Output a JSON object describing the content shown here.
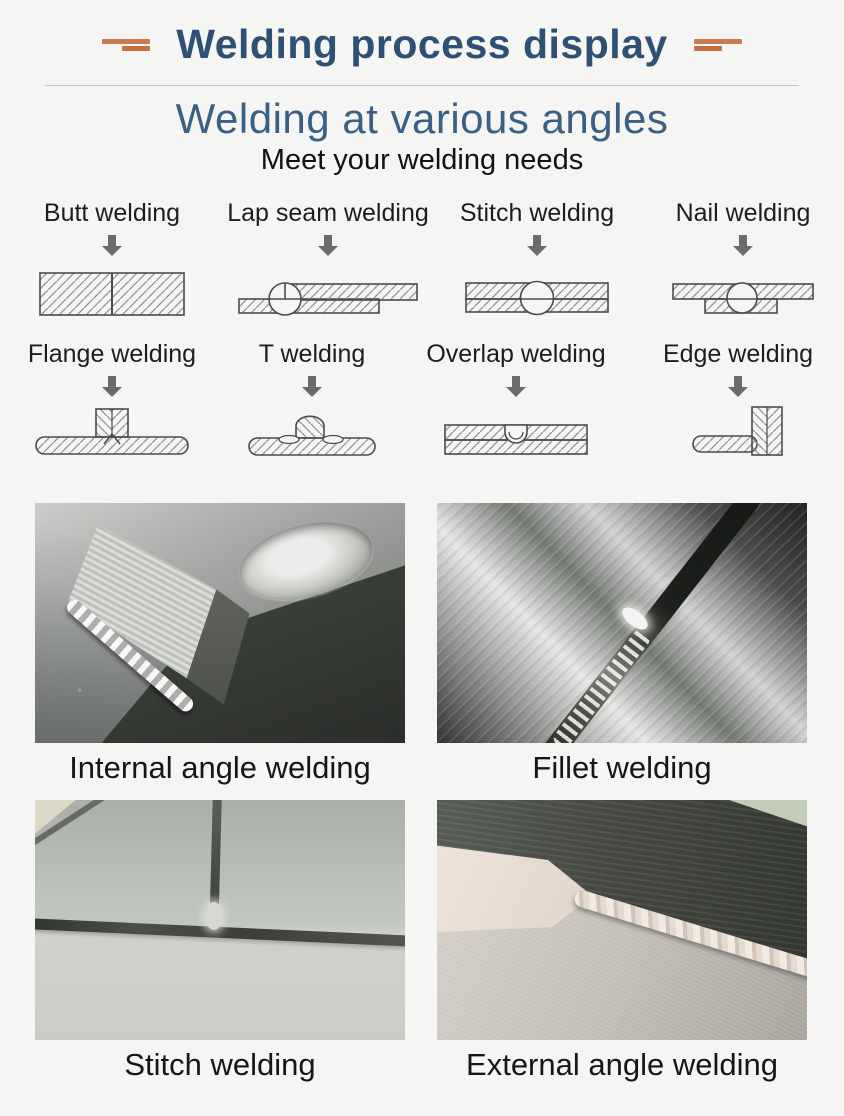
{
  "header": {
    "title": "Welding process display",
    "title_color": "#2d5074",
    "accent_color": "#c97a4e"
  },
  "intro": {
    "heading": "Welding at various angles",
    "heading_color": "#3a6085",
    "tagline": "Meet your welding needs"
  },
  "diagram_rows": {
    "row1": [
      {
        "label": "Butt welding",
        "icon": "butt-joint-diagram"
      },
      {
        "label": "Lap seam welding",
        "icon": "lap-seam-joint-diagram"
      },
      {
        "label": "Stitch welding",
        "icon": "stitch-joint-diagram"
      },
      {
        "label": "Nail welding",
        "icon": "nail-joint-diagram"
      }
    ],
    "row2": [
      {
        "label": "Flange welding",
        "icon": "flange-joint-diagram"
      },
      {
        "label": "T welding",
        "icon": "t-joint-diagram"
      },
      {
        "label": "Overlap welding",
        "icon": "overlap-joint-diagram"
      },
      {
        "label": "Edge welding",
        "icon": "edge-joint-diagram"
      }
    ]
  },
  "photos": [
    {
      "caption": "Internal angle welding"
    },
    {
      "caption": "Fillet welding"
    },
    {
      "caption": "Stitch welding"
    },
    {
      "caption": "External angle welding"
    }
  ]
}
